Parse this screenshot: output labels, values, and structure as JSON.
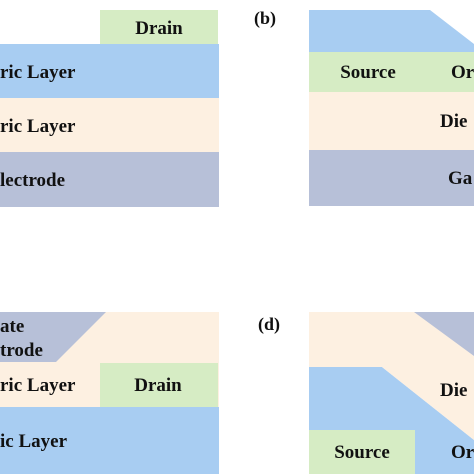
{
  "colors": {
    "electrode_green": "#d6ecc4",
    "organic_blue": "#a8cdf2",
    "dielectric_cream": "#fdf0e1",
    "gate_slate": "#b7c0d8"
  },
  "panel_a": {
    "drain": "Drain",
    "organic_layer": "ric Layer",
    "dielectric_layer": "ric Layer",
    "gate_electrode": "lectrode"
  },
  "panel_b": {
    "label": "(b)",
    "source": "Source",
    "organic_fragment": "Or",
    "dielectric_fragment": "Die",
    "gate_fragment": "Ga"
  },
  "panel_c": {
    "gate_line1": "ate",
    "gate_line2": "trode",
    "dielectric_layer": "ric Layer",
    "drain": "Drain",
    "organic_layer": "ic Layer"
  },
  "panel_d": {
    "label": "(d)",
    "dielectric_fragment": "Die",
    "source": "Source",
    "organic_fragment": "Or"
  }
}
